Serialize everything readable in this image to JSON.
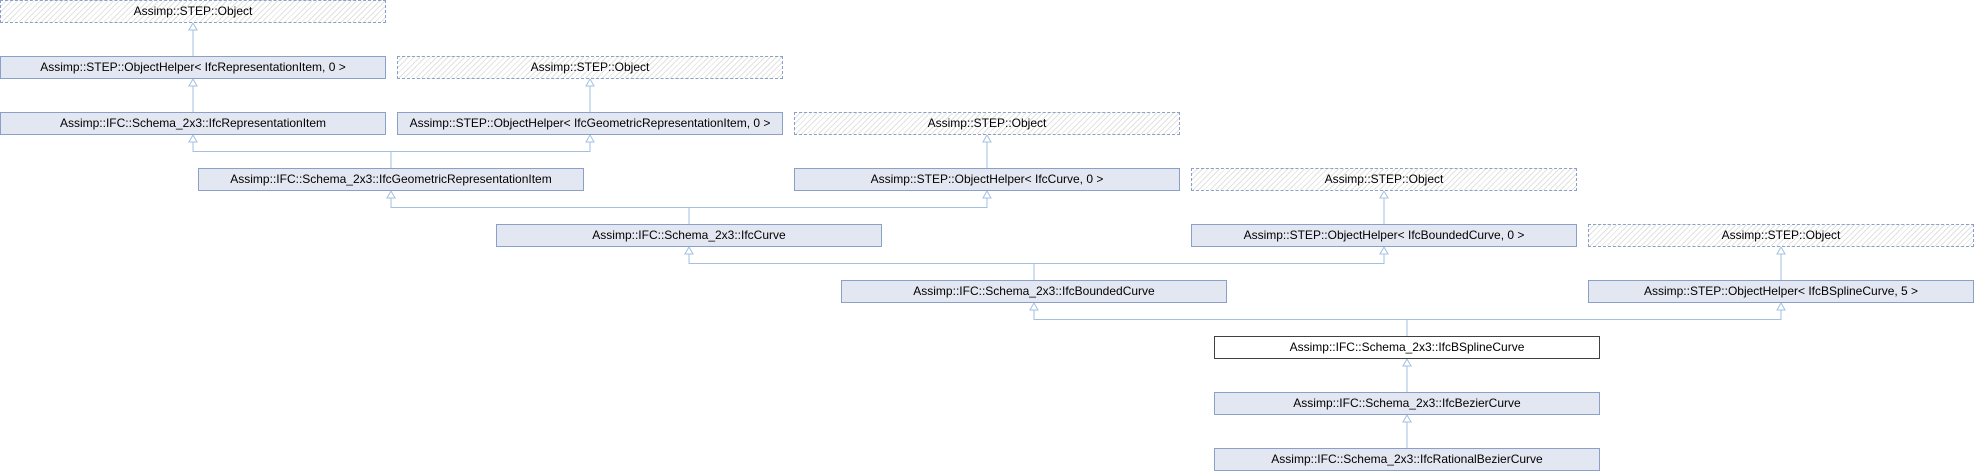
{
  "nodes": {
    "obj1": {
      "label": "Assimp::STEP::Object",
      "kind": "external"
    },
    "helper_repitem": {
      "label": "Assimp::STEP::ObjectHelper< IfcRepresentationItem, 0 >",
      "kind": "normal"
    },
    "obj2": {
      "label": "Assimp::STEP::Object",
      "kind": "external"
    },
    "repitem": {
      "label": "Assimp::IFC::Schema_2x3::IfcRepresentationItem",
      "kind": "normal"
    },
    "helper_geomrepitem": {
      "label": "Assimp::STEP::ObjectHelper< IfcGeometricRepresentationItem, 0 >",
      "kind": "normal"
    },
    "obj3": {
      "label": "Assimp::STEP::Object",
      "kind": "external"
    },
    "geomrepitem": {
      "label": "Assimp::IFC::Schema_2x3::IfcGeometricRepresentationItem",
      "kind": "normal"
    },
    "helper_curve": {
      "label": "Assimp::STEP::ObjectHelper< IfcCurve, 0 >",
      "kind": "normal"
    },
    "obj4": {
      "label": "Assimp::STEP::Object",
      "kind": "external"
    },
    "curve": {
      "label": "Assimp::IFC::Schema_2x3::IfcCurve",
      "kind": "normal"
    },
    "helper_boundedcurve": {
      "label": "Assimp::STEP::ObjectHelper< IfcBoundedCurve, 0 >",
      "kind": "normal"
    },
    "obj5": {
      "label": "Assimp::STEP::Object",
      "kind": "external"
    },
    "boundedcurve": {
      "label": "Assimp::IFC::Schema_2x3::IfcBoundedCurve",
      "kind": "normal"
    },
    "helper_bspline": {
      "label": "Assimp::STEP::ObjectHelper< IfcBSplineCurve, 5 >",
      "kind": "normal"
    },
    "bspline": {
      "label": "Assimp::IFC::Schema_2x3::IfcBSplineCurve",
      "kind": "current"
    },
    "bezier": {
      "label": "Assimp::IFC::Schema_2x3::IfcBezierCurve",
      "kind": "normal"
    },
    "rationalbezier": {
      "label": "Assimp::IFC::Schema_2x3::IfcRationalBezierCurve",
      "kind": "normal"
    }
  },
  "edges": [
    {
      "from": "helper_repitem",
      "to": "obj1"
    },
    {
      "from": "repitem",
      "to": "helper_repitem"
    },
    {
      "from": "helper_geomrepitem",
      "to": "obj2"
    },
    {
      "from": "geomrepitem",
      "to": "repitem"
    },
    {
      "from": "geomrepitem",
      "to": "helper_geomrepitem"
    },
    {
      "from": "helper_curve",
      "to": "obj3"
    },
    {
      "from": "curve",
      "to": "geomrepitem"
    },
    {
      "from": "curve",
      "to": "helper_curve"
    },
    {
      "from": "helper_boundedcurve",
      "to": "obj4"
    },
    {
      "from": "boundedcurve",
      "to": "curve"
    },
    {
      "from": "boundedcurve",
      "to": "helper_boundedcurve"
    },
    {
      "from": "helper_bspline",
      "to": "obj5"
    },
    {
      "from": "bspline",
      "to": "boundedcurve"
    },
    {
      "from": "bspline",
      "to": "helper_bspline"
    },
    {
      "from": "bezier",
      "to": "bspline"
    },
    {
      "from": "rationalbezier",
      "to": "bezier"
    }
  ],
  "colors": {
    "node_border": "#8aa0c6",
    "node_fill": "#e3e7f1",
    "current_border": "#404040",
    "edge": "#a3c0e0"
  }
}
